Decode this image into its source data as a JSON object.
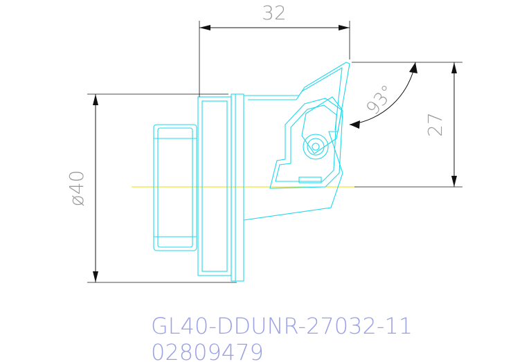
{
  "dimensions": {
    "length": "32",
    "angle": "93°",
    "height": "27",
    "diameter": "ø40"
  },
  "part": {
    "designation": "GL40-DDUNR-27032-11",
    "number": "02809479"
  },
  "colors": {
    "body_outline": "#1ed8ec",
    "dimension_lines": "#111111",
    "dimension_text": "#9a9a9a",
    "label_text": "#9aa0e6",
    "center_line": "#e8e000"
  }
}
